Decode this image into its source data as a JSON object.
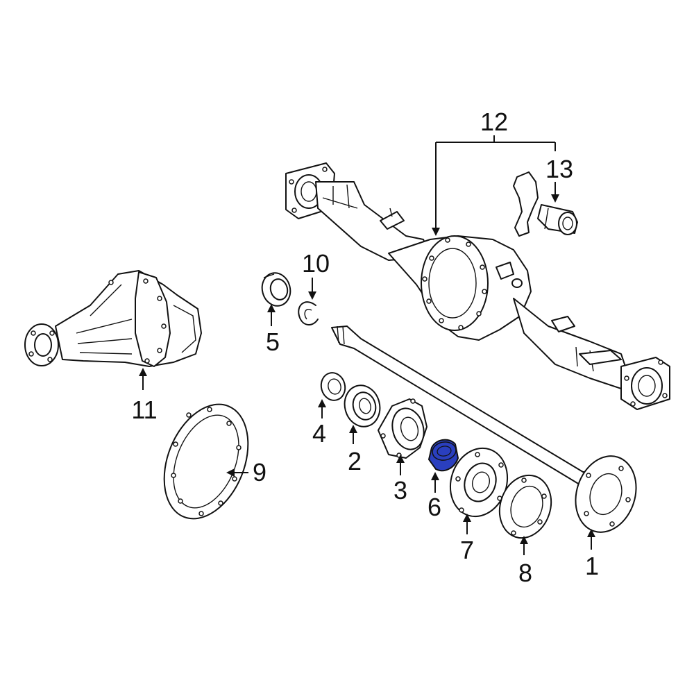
{
  "callouts": {
    "c1": "1",
    "c2": "2",
    "c3": "3",
    "c4": "4",
    "c5": "5",
    "c6": "6",
    "c7": "7",
    "c8": "8",
    "c9": "9",
    "c10": "10",
    "c11": "11",
    "c12": "12",
    "c13": "13"
  },
  "highlight": {
    "part": "6",
    "color": "#2a3fbf"
  }
}
